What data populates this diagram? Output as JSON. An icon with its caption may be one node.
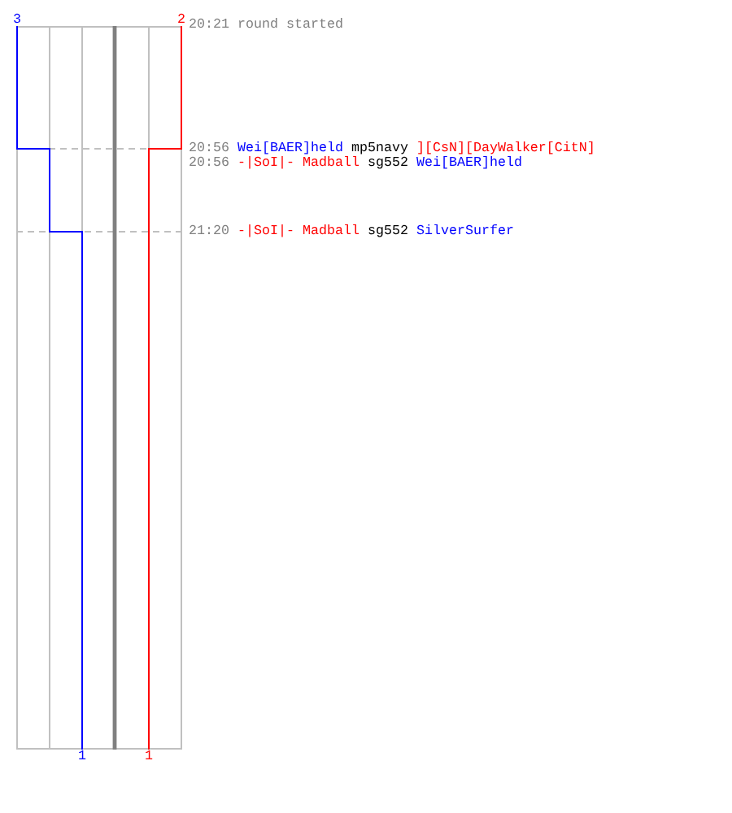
{
  "diagram": {
    "labels": [
      "3",
      "2",
      "20:21 round started",
      "20:56",
      "Wei[BAER]held",
      "mp5navy",
      "][CsN][DayWalker[CitN]",
      "20:56",
      "-|SoI|- Madball",
      "sg552",
      "Wei[BAER]held",
      "21:20",
      "-|SoI|- Madball",
      "sg552",
      "SilverSurfer",
      "1",
      "1"
    ]
  }
}
